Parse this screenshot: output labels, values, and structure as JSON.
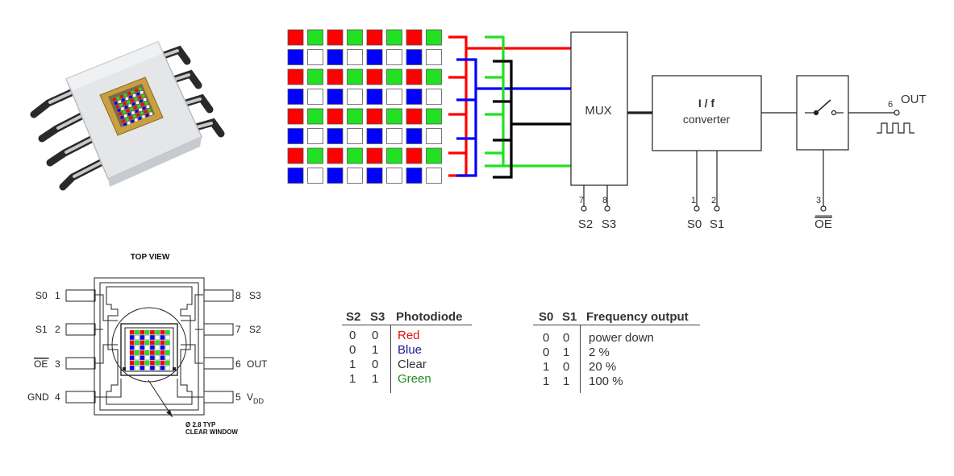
{
  "colors": {
    "red": "#ff0000",
    "green": "#22e022",
    "blue": "#0000ff",
    "clear": "#ffffff",
    "wire_black": "#000000",
    "red_text": "#e01010",
    "blue_text": "#1a1a9a",
    "green_text": "#1f8a1f"
  },
  "photodiode_array": {
    "pattern": [
      [
        "red",
        "green",
        "red",
        "green",
        "red",
        "green",
        "red",
        "green"
      ],
      [
        "blue",
        "clear",
        "blue",
        "clear",
        "blue",
        "clear",
        "blue",
        "clear"
      ],
      [
        "red",
        "green",
        "red",
        "green",
        "red",
        "green",
        "red",
        "green"
      ],
      [
        "blue",
        "clear",
        "blue",
        "clear",
        "blue",
        "clear",
        "blue",
        "clear"
      ],
      [
        "red",
        "green",
        "red",
        "green",
        "red",
        "green",
        "red",
        "green"
      ],
      [
        "blue",
        "clear",
        "blue",
        "clear",
        "blue",
        "clear",
        "blue",
        "clear"
      ],
      [
        "red",
        "green",
        "red",
        "green",
        "red",
        "green",
        "red",
        "green"
      ],
      [
        "blue",
        "clear",
        "blue",
        "clear",
        "blue",
        "clear",
        "blue",
        "clear"
      ]
    ]
  },
  "block_diagram": {
    "mux_label": "MUX",
    "converter_label_1": "I / f",
    "converter_label_2": "converter",
    "out_pin_number": "6",
    "out_label": "OUT",
    "pins": [
      {
        "number": "7",
        "name": "S2"
      },
      {
        "number": "8",
        "name": "S3"
      },
      {
        "number": "1",
        "name": "S0"
      },
      {
        "number": "2",
        "name": "S1"
      },
      {
        "number": "3",
        "name": "OE"
      }
    ]
  },
  "package": {
    "title": "TOP VIEW",
    "left_pins": [
      {
        "name": "S0",
        "number": "1"
      },
      {
        "name": "S1",
        "number": "2"
      },
      {
        "name": "OE",
        "number": "3"
      },
      {
        "name": "GND",
        "number": "4"
      }
    ],
    "right_pins": [
      {
        "number": "8",
        "name": "S3"
      },
      {
        "number": "7",
        "name": "S2"
      },
      {
        "number": "6",
        "name": "OUT"
      },
      {
        "number": "5",
        "name": "V",
        "subscript": "DD"
      }
    ],
    "window_note_1": "Ø 2.8 TYP",
    "window_note_2": "CLEAR WINDOW"
  },
  "photodiode_table": {
    "headers": [
      "S2",
      "S3",
      "Photodiode"
    ],
    "rows": [
      {
        "s2": "0",
        "s3": "0",
        "label": "Red",
        "color": "#e01010"
      },
      {
        "s2": "0",
        "s3": "1",
        "label": "Blue",
        "color": "#1a1a9a"
      },
      {
        "s2": "1",
        "s3": "0",
        "label": "Clear",
        "color": "#333333"
      },
      {
        "s2": "1",
        "s3": "1",
        "label": "Green",
        "color": "#1f8a1f"
      }
    ]
  },
  "frequency_table": {
    "headers": [
      "S0",
      "S1",
      "Frequency output"
    ],
    "rows": [
      {
        "s0": "0",
        "s1": "0",
        "label": "power down"
      },
      {
        "s0": "0",
        "s1": "1",
        "label": "2 %"
      },
      {
        "s0": "1",
        "s1": "0",
        "label": "20 %"
      },
      {
        "s0": "1",
        "s1": "1",
        "label": "100 %"
      }
    ]
  }
}
